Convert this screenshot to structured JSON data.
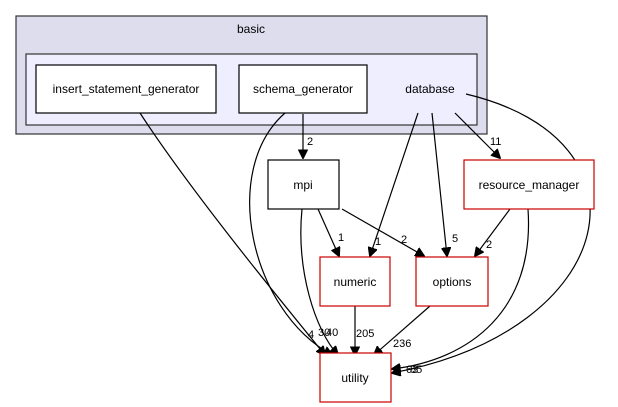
{
  "graph": {
    "clusters": {
      "basic": {
        "label": "basic",
        "fill": "#ddddee",
        "stroke": "#333333"
      },
      "database": {
        "label": "database",
        "fill": "#eeeeff",
        "stroke": "#333333"
      }
    },
    "nodes": {
      "insert_statement_generator": {
        "label": "insert_statement_generator",
        "border": "#000000"
      },
      "schema_generator": {
        "label": "schema_generator",
        "border": "#000000"
      },
      "mpi": {
        "label": "mpi",
        "border": "#000000"
      },
      "resource_manager": {
        "label": "resource_manager",
        "border": "#cc0000"
      },
      "numeric": {
        "label": "numeric",
        "border": "#cc0000"
      },
      "options": {
        "label": "options",
        "border": "#cc0000"
      },
      "utility": {
        "label": "utility",
        "border": "#cc0000"
      }
    },
    "edge_labels": {
      "schema_mpi": "2",
      "database_resource_manager": "11",
      "mpi_numeric": "1",
      "mpi_options": "2",
      "database_numeric": "1",
      "database_options": "5",
      "resource_manager_options": "2",
      "numeric_utility": "205",
      "options_utility": "236",
      "insert_utility": "4",
      "schema_utility": "30",
      "mpi_utility": "40",
      "database_utility": "85",
      "resource_manager_utility": "63"
    }
  }
}
